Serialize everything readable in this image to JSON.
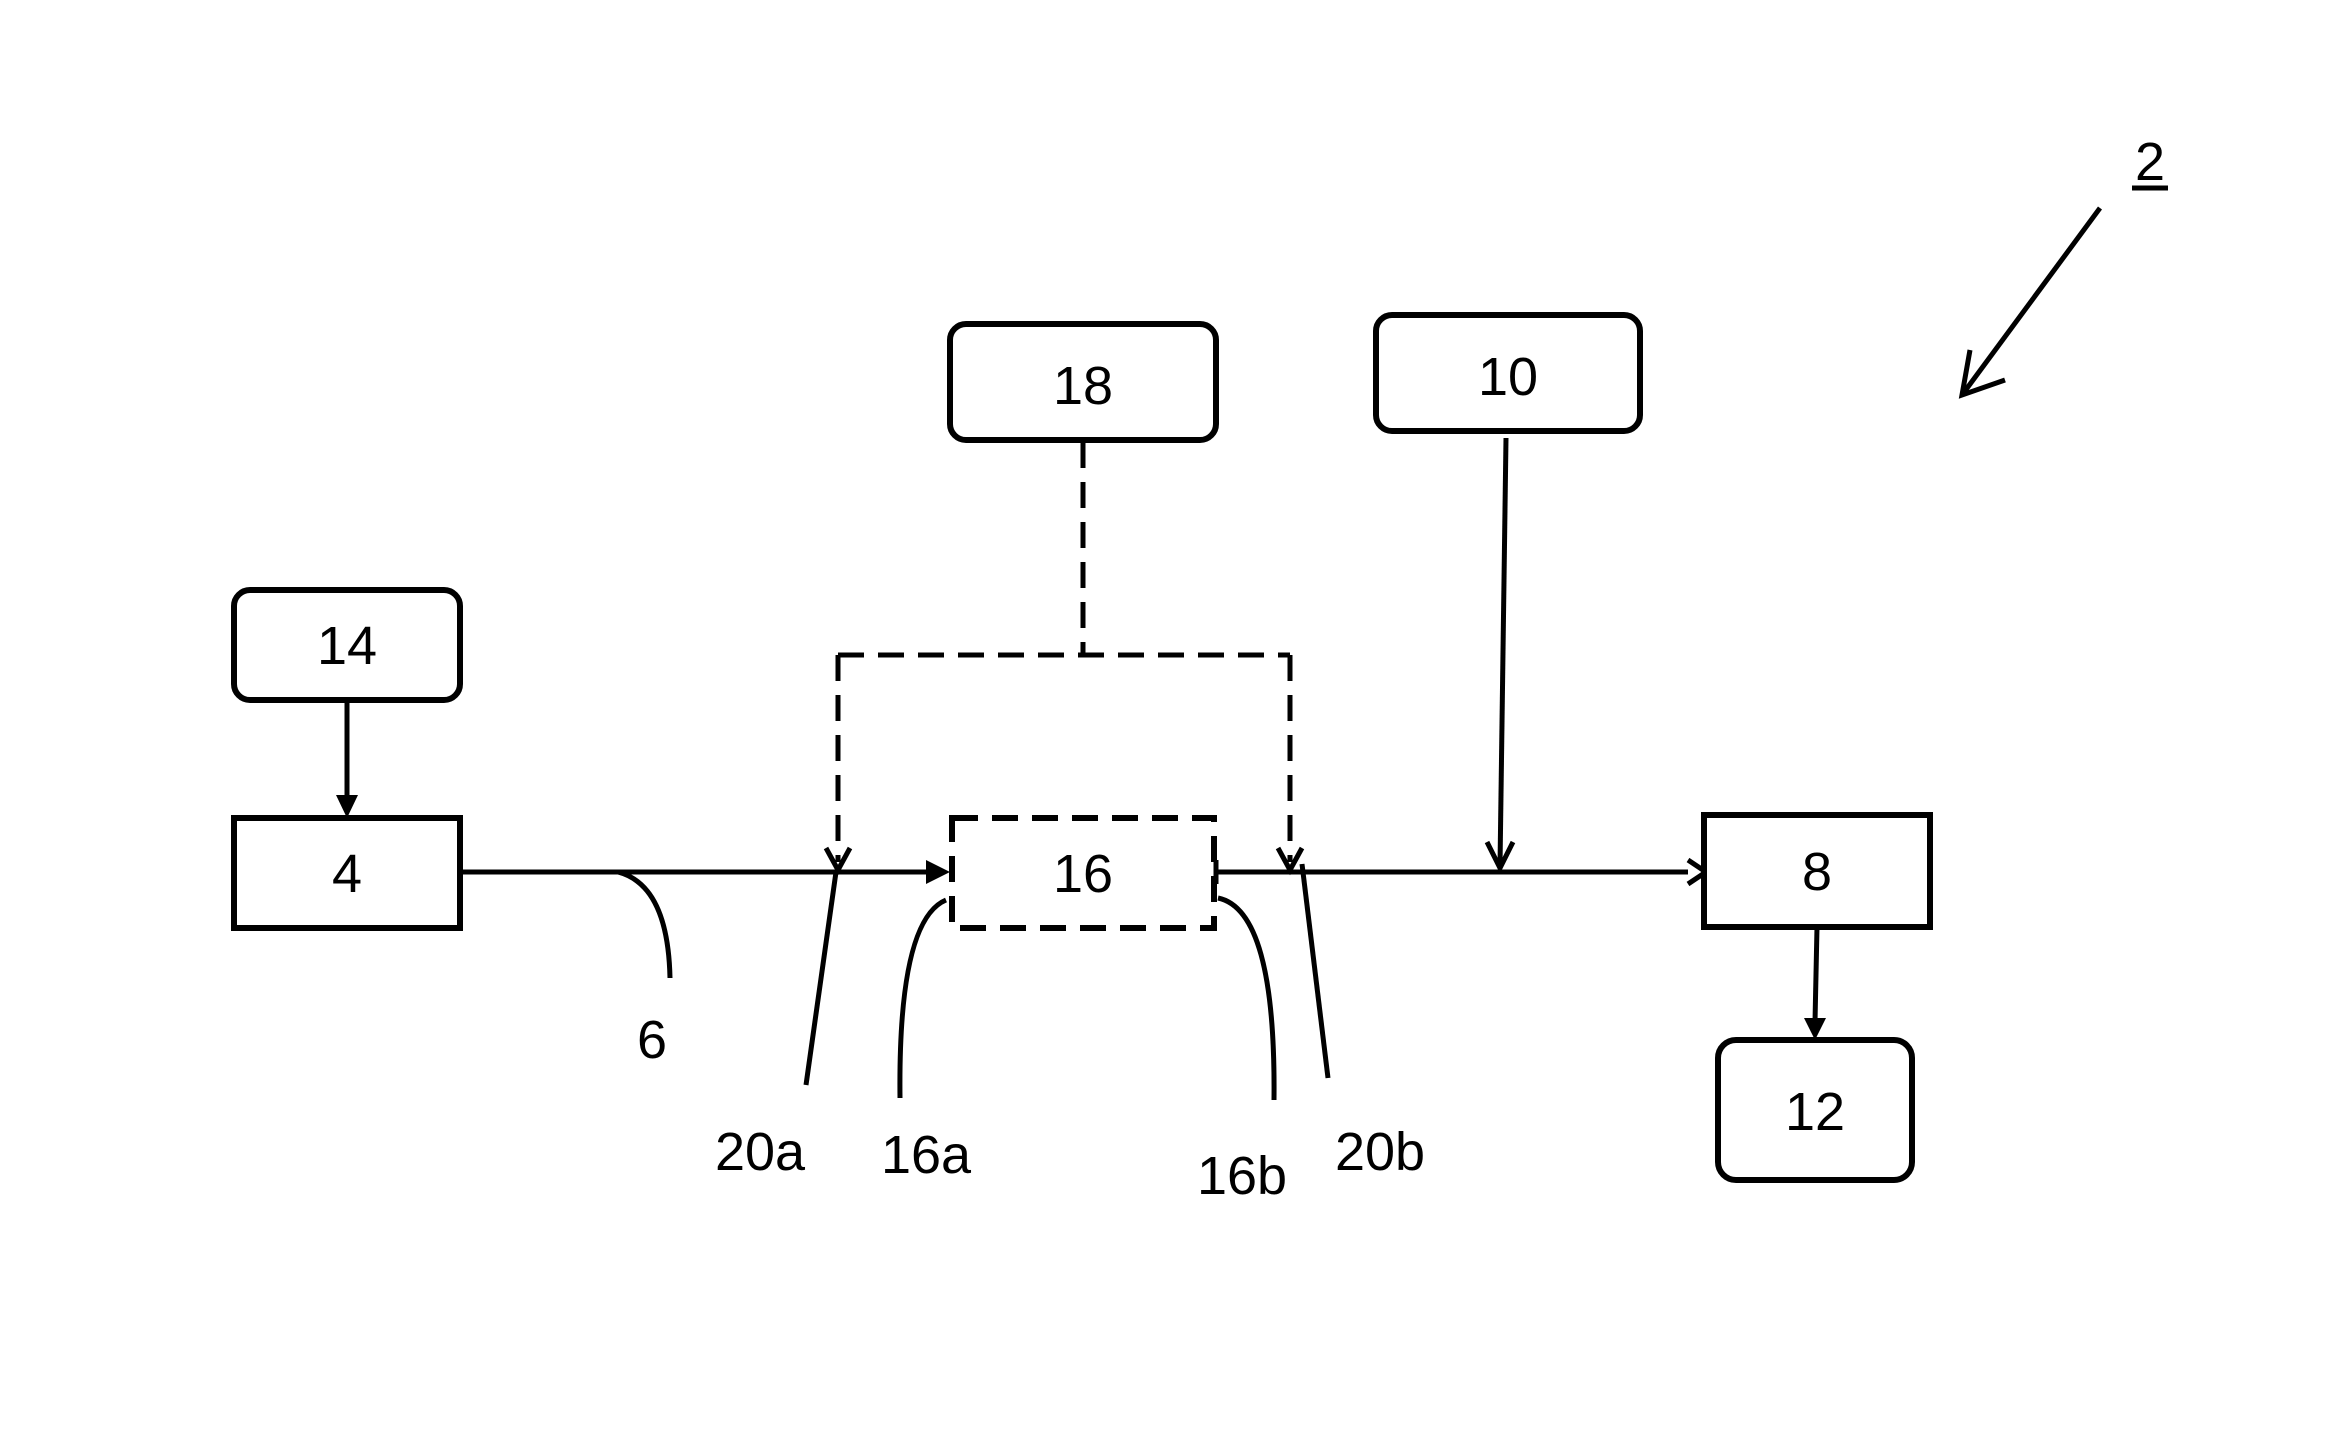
{
  "figure_ref": "2",
  "blocks": {
    "b4": "4",
    "b8": "8",
    "b10": "10",
    "b12": "12",
    "b14": "14",
    "b16": "16",
    "b18": "18"
  },
  "callouts": {
    "c6": "6",
    "c16a": "16a",
    "c16b": "16b",
    "c20a": "20a",
    "c20b": "20b"
  }
}
